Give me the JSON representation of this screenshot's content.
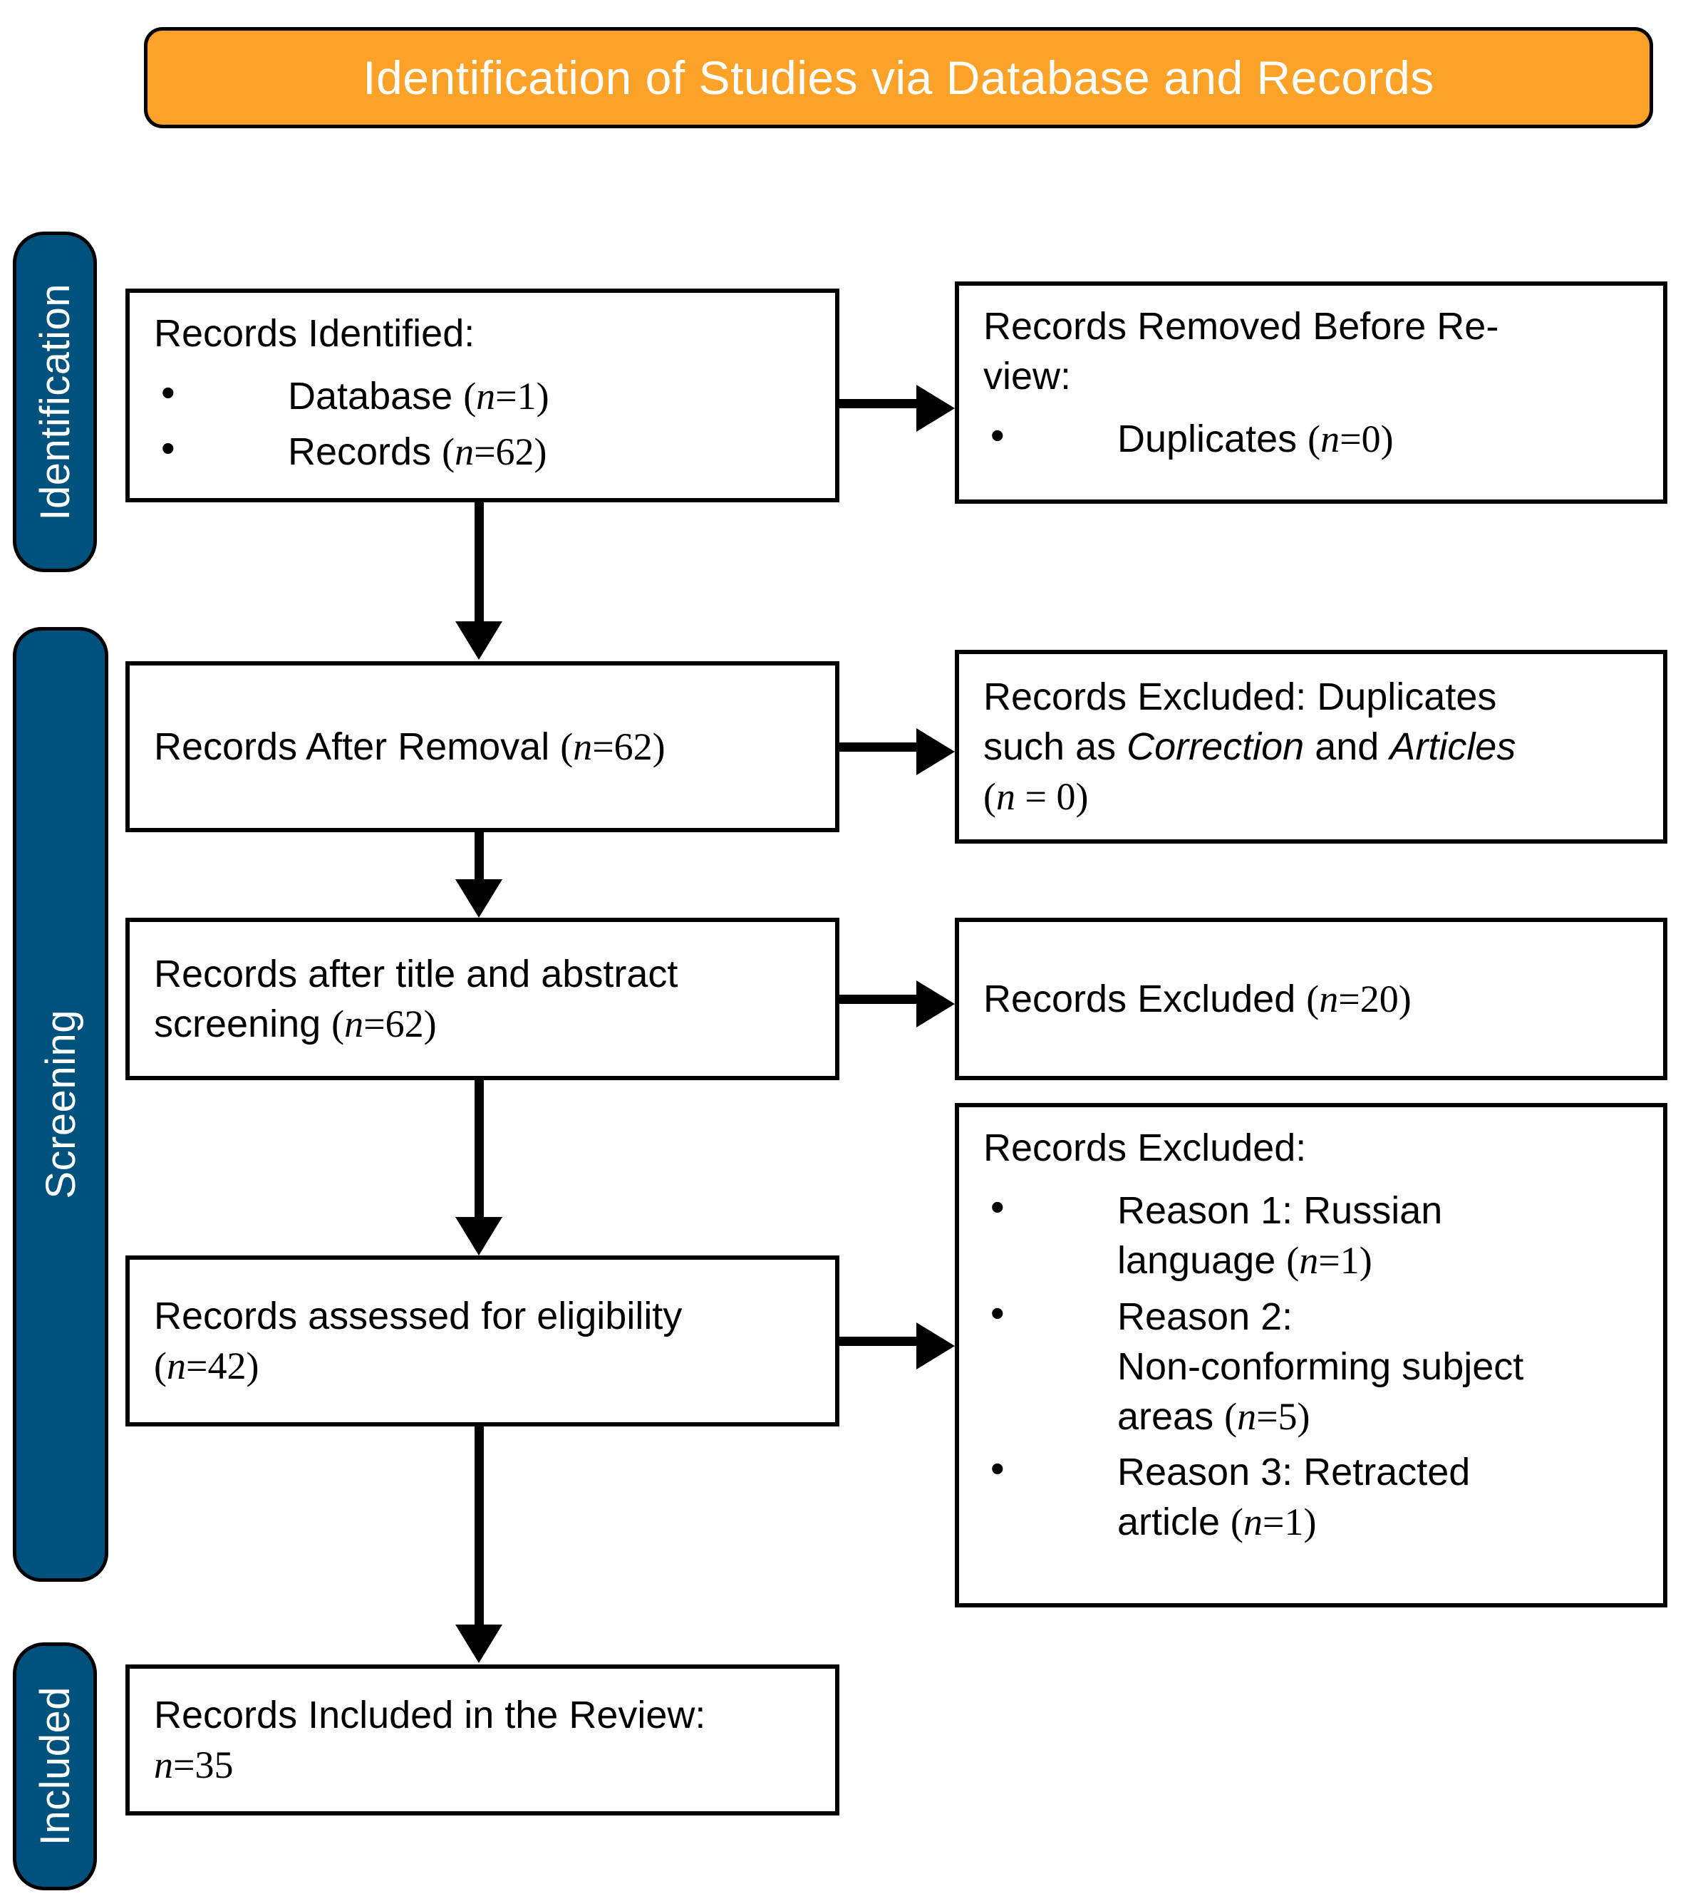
{
  "diagram": {
    "type": "prisma-flow-diagram",
    "header": {
      "title": "Identification of Studies via Database and Records",
      "background_color": "#FCA229",
      "text_color": "#FFFFFF"
    },
    "stage_bar_color": "#00527E",
    "stages": [
      {
        "id": "identification",
        "label": "Identification"
      },
      {
        "id": "screening",
        "label": "Screening"
      },
      {
        "id": "included",
        "label": "Included"
      }
    ],
    "boxes": {
      "records_identified": {
        "heading": "Records Identified:",
        "items": [
          {
            "label": "Database",
            "n_prefix": "(",
            "n_symbol": "n",
            "n_eq": "=",
            "n_value": "1",
            "n_suffix": ")"
          },
          {
            "label": "Records",
            "n_prefix": "(",
            "n_symbol": "n",
            "n_eq": "=",
            "n_value": "62",
            "n_suffix": ")"
          }
        ]
      },
      "records_removed": {
        "heading": "Records Removed Before Re-",
        "heading_line2": "view:",
        "items": [
          {
            "label": "Duplicates",
            "n_prefix": "(",
            "n_symbol": "n",
            "n_eq": "=",
            "n_value": "0",
            "n_suffix": ")"
          }
        ]
      },
      "records_after_removal": {
        "text": "Records After Removal ",
        "n_prefix": "(",
        "n_symbol": "n",
        "n_eq": "=",
        "n_value": "62",
        "n_suffix": ")"
      },
      "records_excluded_duplicates": {
        "line1": "Records Excluded:  Duplicates",
        "line2_a": "such as ",
        "line2_italic1": "Correction",
        "line2_b": " and ",
        "line2_italic2": "Articles",
        "line3_prefix": "(",
        "line3_symbol": "n",
        "line3_eq": " = ",
        "line3_value": "0",
        "line3_suffix": ")"
      },
      "records_after_title_abstract": {
        "line1": "Records after title and abstract",
        "line2": "screening ",
        "n_prefix": "(",
        "n_symbol": "n",
        "n_eq": "=",
        "n_value": "62",
        "n_suffix": ")"
      },
      "records_excluded_20": {
        "text": "Records Excluded ",
        "n_prefix": "(",
        "n_symbol": "n",
        "n_eq": "=",
        "n_value": "20",
        "n_suffix": ")"
      },
      "records_assessed": {
        "line1": "Records assessed for eligibility",
        "n_prefix": "(",
        "n_symbol": "n",
        "n_eq": "=",
        "n_value": "42",
        "n_suffix": ")"
      },
      "records_excluded_reasons": {
        "heading": "Records Excluded:",
        "items": [
          {
            "label_line1": "Reason 1:  Russian",
            "label_line2": "language ",
            "n_prefix": "(",
            "n_symbol": "n",
            "n_eq": "=",
            "n_value": "1",
            "n_suffix": ")"
          },
          {
            "label_line1": "Reason 2:",
            "label_line2": "Non-conforming subject",
            "label_line3": "areas ",
            "n_prefix": "(",
            "n_symbol": "n",
            "n_eq": "=",
            "n_value": "5",
            "n_suffix": ")"
          },
          {
            "label_line1": "Reason 3:  Retracted",
            "label_line2": "article ",
            "n_prefix": "(",
            "n_symbol": "n",
            "n_eq": "=",
            "n_value": "1",
            "n_suffix": ")"
          }
        ]
      },
      "records_included": {
        "line1": "Records Included in the Review:",
        "n_symbol": "n",
        "n_eq": "=",
        "n_value": "35"
      }
    }
  }
}
